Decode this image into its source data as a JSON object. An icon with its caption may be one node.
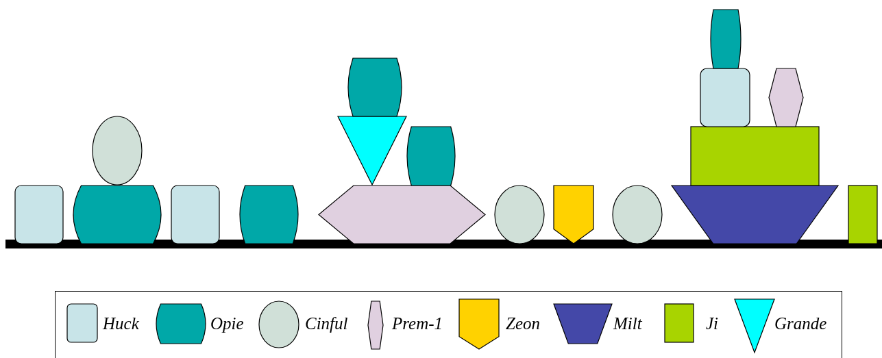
{
  "diagram": {
    "legend": [
      {
        "text": "Huck",
        "color": "#c8e4e8"
      },
      {
        "text": "Opie",
        "color": "#00a8a8"
      },
      {
        "text": "Cinful",
        "color": "#d0e0d8"
      },
      {
        "text": "Prem-1",
        "color": "#e0d0e0"
      },
      {
        "text": "Zeon",
        "color": "#ffd200"
      },
      {
        "text": "Milt",
        "color": "#4448a8"
      },
      {
        "text": "Ji",
        "color": "#a8d400"
      },
      {
        "text": "Grande",
        "color": "#00ffff"
      }
    ]
  }
}
